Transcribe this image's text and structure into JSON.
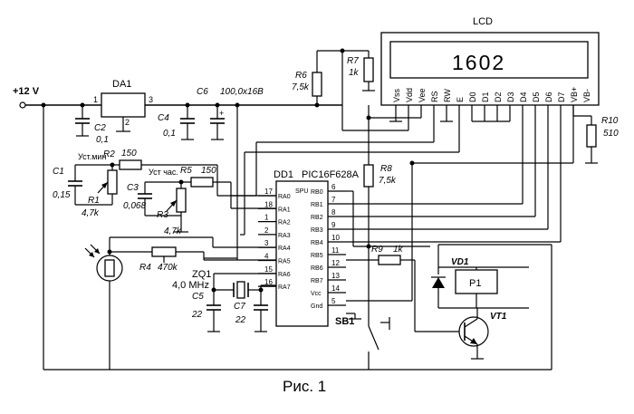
{
  "supply": {
    "label": "+12 V"
  },
  "lcd": {
    "title": "LCD",
    "display": "1602",
    "pins": [
      "Vss",
      "Vdd",
      "Vee",
      "RS",
      "RW",
      "E",
      "D0",
      "D1",
      "D2",
      "D3",
      "D4",
      "D5",
      "D6",
      "D7",
      "VB+",
      "VB-"
    ]
  },
  "mcu": {
    "ref": "DD1",
    "part": "PIC16F628A",
    "spu": "SPU",
    "left_pins": [
      {
        "num": "17",
        "name": "RA0"
      },
      {
        "num": "18",
        "name": "RA1"
      },
      {
        "num": "1",
        "name": "RA2"
      },
      {
        "num": "2",
        "name": "RA3"
      },
      {
        "num": "3",
        "name": "RA4"
      },
      {
        "num": "4",
        "name": "RA5"
      },
      {
        "num": "15",
        "name": "RA6"
      },
      {
        "num": "16",
        "name": "RA7"
      }
    ],
    "right_pins": [
      {
        "num": "6",
        "name": "RB0"
      },
      {
        "num": "7",
        "name": "RB1"
      },
      {
        "num": "8",
        "name": "RB2"
      },
      {
        "num": "9",
        "name": "RB3"
      },
      {
        "num": "10",
        "name": "RB4"
      },
      {
        "num": "11",
        "name": "RB5"
      },
      {
        "num": "12",
        "name": "RB6"
      },
      {
        "num": "13",
        "name": "RB7"
      },
      {
        "num": "14",
        "name": "Vcc"
      },
      {
        "num": "5",
        "name": "Gnd"
      }
    ]
  },
  "regulator": {
    "ref": "DA1",
    "pin_in": "1",
    "pin_out": "3",
    "pin_gnd": "2"
  },
  "components": {
    "C1": {
      "ref": "C1",
      "value": "0,15"
    },
    "C2": {
      "ref": "C2",
      "value": "0,1"
    },
    "C3": {
      "ref": "C3",
      "value": "0,068"
    },
    "C4": {
      "ref": "C4",
      "value": "0,1"
    },
    "C5": {
      "ref": "C5",
      "value": "22"
    },
    "C6": {
      "ref": "C6",
      "value": "100,0x16B"
    },
    "C7": {
      "ref": "C7",
      "value": "22"
    },
    "R1": {
      "ref": "R1",
      "value": "4,7k"
    },
    "R2": {
      "ref": "R2",
      "value": "150"
    },
    "R3": {
      "ref": "R3",
      "value": "4,7k"
    },
    "R4": {
      "ref": "R4",
      "value": "470k"
    },
    "R5": {
      "ref": "R5",
      "value": "150"
    },
    "R6": {
      "ref": "R6",
      "value": "7,5k"
    },
    "R7": {
      "ref": "R7",
      "value": "1k"
    },
    "R8": {
      "ref": "R8",
      "value": "7,5k"
    },
    "R9": {
      "ref": "R9",
      "value": "1k"
    },
    "R10": {
      "ref": "R10",
      "value": "510"
    },
    "ZQ1": {
      "ref": "ZQ1",
      "value": "4,0 MHz"
    },
    "SB1": {
      "ref": "SB1"
    },
    "VD1": {
      "ref": "VD1"
    },
    "VT1": {
      "ref": "VT1"
    },
    "P1": {
      "ref": "P1"
    }
  },
  "labels": {
    "ust_min": "Уст.мин",
    "ust_chas": "Уст час.",
    "plus": "+"
  },
  "caption": "Рис. 1"
}
